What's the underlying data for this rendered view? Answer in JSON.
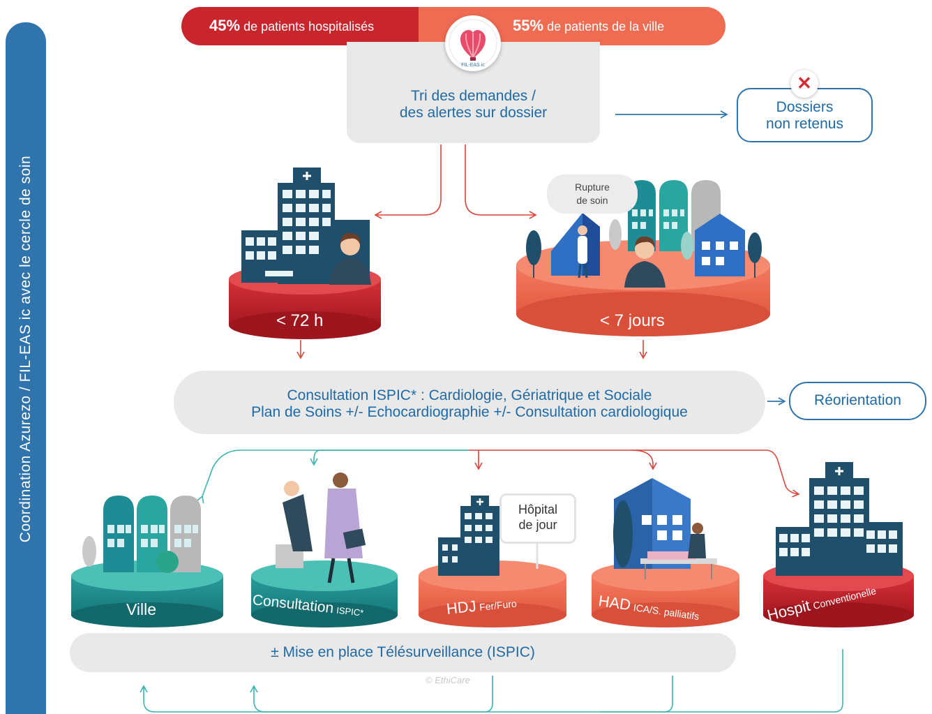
{
  "sidebar": {
    "title": "Coordination Azurezo / FIL-EAS ic avec le cercle de soin"
  },
  "top": {
    "left_pct": "45%",
    "left_text": "de patients hospitalisés",
    "right_pct": "55%",
    "right_text": "de patients de la ville",
    "logo_text": "FIL-EAS ic"
  },
  "triage": {
    "line1": "Tri des demandes /",
    "line2": "des alertes sur dossier"
  },
  "rejected": {
    "line1": "Dossiers",
    "line2": "non retenus",
    "icon": "x-mark-icon"
  },
  "paths": {
    "hospital_delay": "< 72 h",
    "city_delay": "< 7 jours",
    "bubble_line1": "Rupture",
    "bubble_line2": "de soin"
  },
  "consultation": {
    "line1": "Consultation ISPIC* : Cardiologie, Gériatrique et Sociale",
    "line2": "Plan de Soins  +/- Echocardiographie +/- Consultation cardiologique"
  },
  "reorientation": "Réorientation",
  "outcomes": {
    "ville": "Ville",
    "consult_main": "Consultation",
    "consult_sub": "ISPIC*",
    "hdj_main": "HDJ",
    "hdj_sub": "Fer/Furo",
    "hdj_sign_line1": "Hôpital",
    "hdj_sign_line2": "de jour",
    "had_main": "HAD",
    "had_sub": "ICA/S. palliatifs",
    "hospit_main": "Hospit",
    "hospit_sub": "Conventionelle"
  },
  "telesurveillance": "± Mise en place Télésurveillance (ISPIC)",
  "copyright": "© EthiCare",
  "colors": {
    "blue": "#2f74ac",
    "red": "#c8252d",
    "coral": "#ef6b52",
    "teal": "#1f8f8f",
    "navy": "#1f4f6b",
    "grey": "#e9e9ea"
  }
}
